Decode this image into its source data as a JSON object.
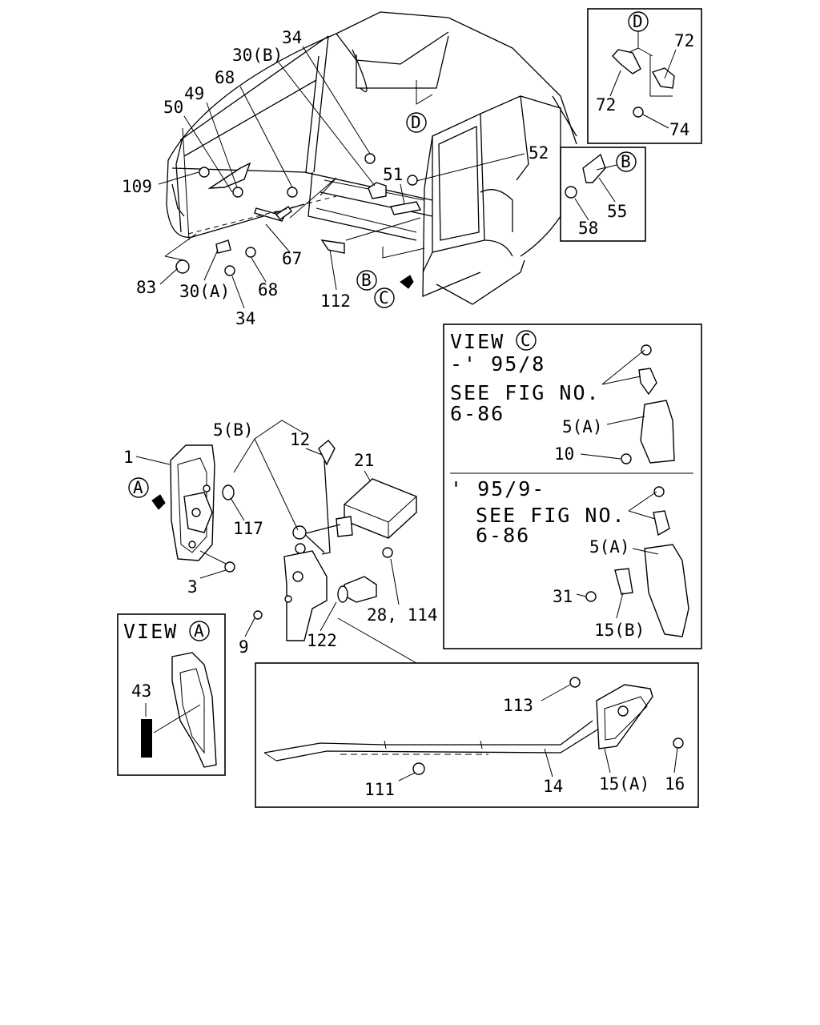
{
  "top": {
    "labels": [
      "34",
      "30(B)",
      "68",
      "49",
      "50",
      "109",
      "83",
      "30(A)",
      "34",
      "68",
      "67",
      "112",
      "51",
      "52"
    ],
    "circles": [
      "D",
      "B",
      "C"
    ]
  },
  "inset_d": {
    "letter": "D",
    "labels": [
      "72",
      "72",
      "74"
    ]
  },
  "inset_b": {
    "letter": "B",
    "labels": [
      "55",
      "58"
    ]
  },
  "middle": {
    "labels": [
      "5(B)",
      "12",
      "21",
      "1",
      "117",
      "3",
      "9",
      "122",
      "28, 114"
    ],
    "circle": "A"
  },
  "view_c": {
    "title": "VIEW",
    "letter": "C",
    "upper": {
      "line1": "-' 95/8",
      "line2": "SEE FIG NO.",
      "line3": "6-86",
      "labels": [
        "5(A)",
        "10"
      ]
    },
    "lower": {
      "line1": "' 95/9-",
      "line2": "SEE FIG NO.",
      "line3": "6-86",
      "labels": [
        "5(A)",
        "31",
        "15(B)"
      ]
    }
  },
  "view_a": {
    "title": "VIEW",
    "letter": "A",
    "label": "43"
  },
  "bottom": {
    "labels": [
      "113",
      "111",
      "14",
      "15(A)",
      "16"
    ]
  }
}
